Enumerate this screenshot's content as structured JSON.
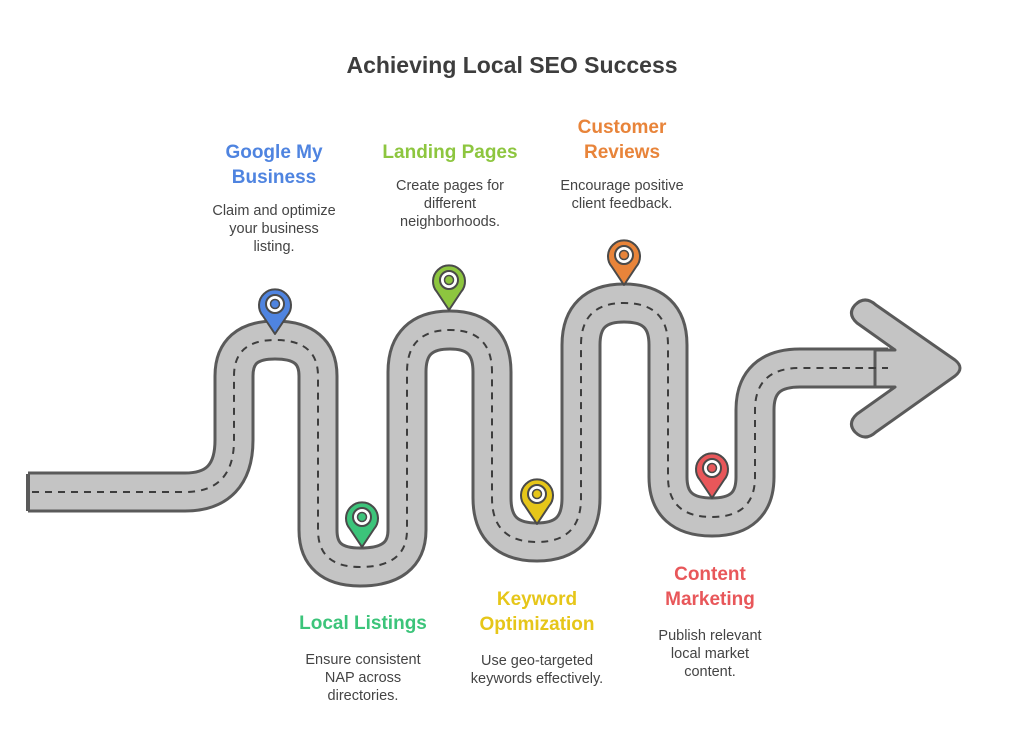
{
  "title": "Achieving Local SEO Success",
  "milestones": [
    {
      "title": "Google My\nBusiness",
      "desc": "Claim and optimize\nyour business\nlisting.",
      "color": "#4f84e0",
      "icon": "map-pin-icon"
    },
    {
      "title": "Local Listings",
      "desc": "Ensure consistent\nNAP across\ndirectories.",
      "color": "#3cc47a",
      "icon": "map-pin-icon"
    },
    {
      "title": "Landing Pages",
      "desc": "Create pages for\ndifferent\nneighborhoods.",
      "color": "#8dc63f",
      "icon": "map-pin-icon"
    },
    {
      "title": "Keyword\nOptimization",
      "desc": "Use geo-targeted\nkeywords effectively.",
      "color": "#e6c619",
      "icon": "map-pin-icon"
    },
    {
      "title": "Customer\nReviews",
      "desc": "Encourage positive\nclient feedback.",
      "color": "#e8843a",
      "icon": "map-pin-icon"
    },
    {
      "title": "Content\nMarketing",
      "desc": "Publish relevant\nlocal market\ncontent.",
      "color": "#e8575a",
      "icon": "map-pin-icon"
    }
  ],
  "icons": {
    "road": "winding-road-icon",
    "arrow": "arrow-head-icon"
  }
}
